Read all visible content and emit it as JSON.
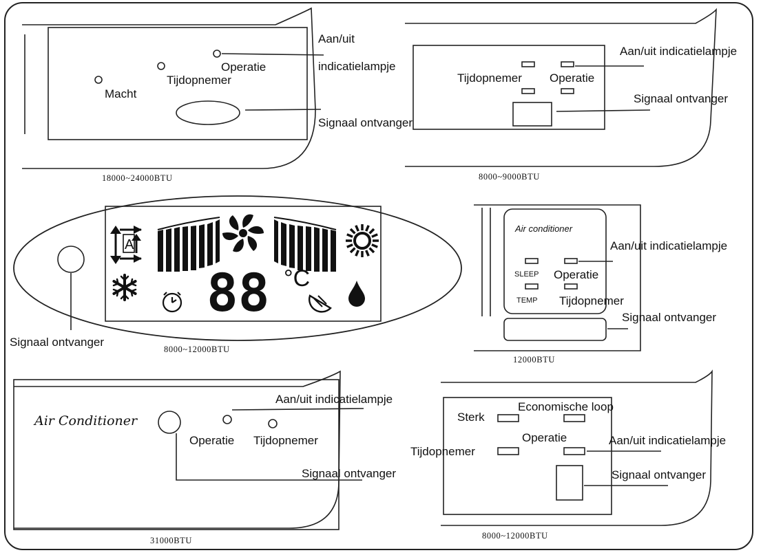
{
  "panels": {
    "p1": {
      "caption": "18000~24000BTU",
      "macht": "Macht",
      "tijdopnemer": "Tijdopnemer",
      "operatie": "Operatie",
      "aanuit_line1": "Aan/uit",
      "aanuit_line2": "indicatielampje",
      "signaal": "Signaal ontvanger"
    },
    "p2": {
      "caption": "8000~9000BTU",
      "tijdopnemer": "Tijdopnemer",
      "operatie": "Operatie",
      "aanuit": "Aan/uit indicatielampje",
      "signaal": "Signaal ontvanger"
    },
    "p3": {
      "caption": "8000~12000BTU",
      "display_digits": "88",
      "display_unit": "°C",
      "auto_letter": "A",
      "signaal": "Signaal ontvanger"
    },
    "p4": {
      "caption": "12000BTU",
      "brand": "Air conditioner",
      "sleep": "SLEEP",
      "temp": "TEMP",
      "operatie": "Operatie",
      "tijdopnemer": "Tijdopnemer",
      "aanuit": "Aan/uit indicatielampje",
      "signaal": "Signaal ontvanger"
    },
    "p5": {
      "caption": "31000BTU",
      "brand": "Air Conditioner",
      "operatie": "Operatie",
      "tijdopnemer": "Tijdopnemer",
      "aanuit": "Aan/uit indicatielampje",
      "signaal": "Signaal ontvanger"
    },
    "p6": {
      "caption": "8000~12000BTU",
      "sterk": "Sterk",
      "economische": "Economische loop",
      "operatie": "Operatie",
      "tijdopnemer": "Tijdopnemer",
      "aanuit": "Aan/uit indicatielampje",
      "signaal": "Signaal ontvanger"
    }
  },
  "icons": [
    "louver-auto-icon",
    "snowflake-icon",
    "fan-icon",
    "sun-icon",
    "water-drop-icon",
    "clock-icon",
    "moon-icon",
    "signal-receiver-icon"
  ]
}
